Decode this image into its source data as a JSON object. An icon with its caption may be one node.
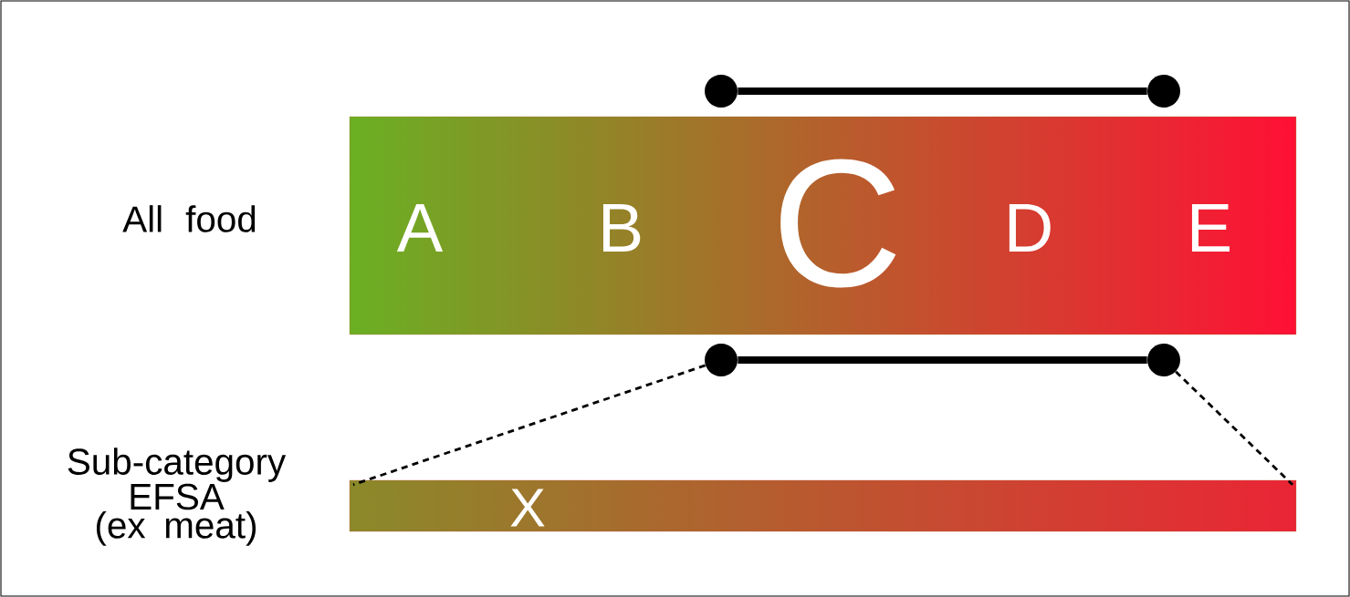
{
  "diagram": {
    "nodes": [
      {
        "text": [
          "A",
          "B",
          "C",
          "D",
          "E"
        ]
      },
      {
        "text": [
          "X"
        ]
      },
      {
        "text": [],
        "shape": "circle"
      },
      {
        "text": [],
        "shape": "circle"
      },
      {
        "text": [],
        "shape": "circle"
      },
      {
        "text": [],
        "shape": "circle"
      }
    ],
    "edges": [
      {
        "from": 2,
        "to": 3,
        "arrow": "none",
        "style": "thick"
      },
      {
        "from": 4,
        "to": 5,
        "arrow": "none",
        "style": "thick"
      },
      {
        "from": 4,
        "to": 1,
        "arrow": "none",
        "style": "dashed"
      },
      {
        "from": 5,
        "to": 1,
        "arrow": "none",
        "style": "dashed"
      }
    ],
    "labels": [
      "All food",
      "Sub-category EFSA (ex meat)"
    ]
  }
}
